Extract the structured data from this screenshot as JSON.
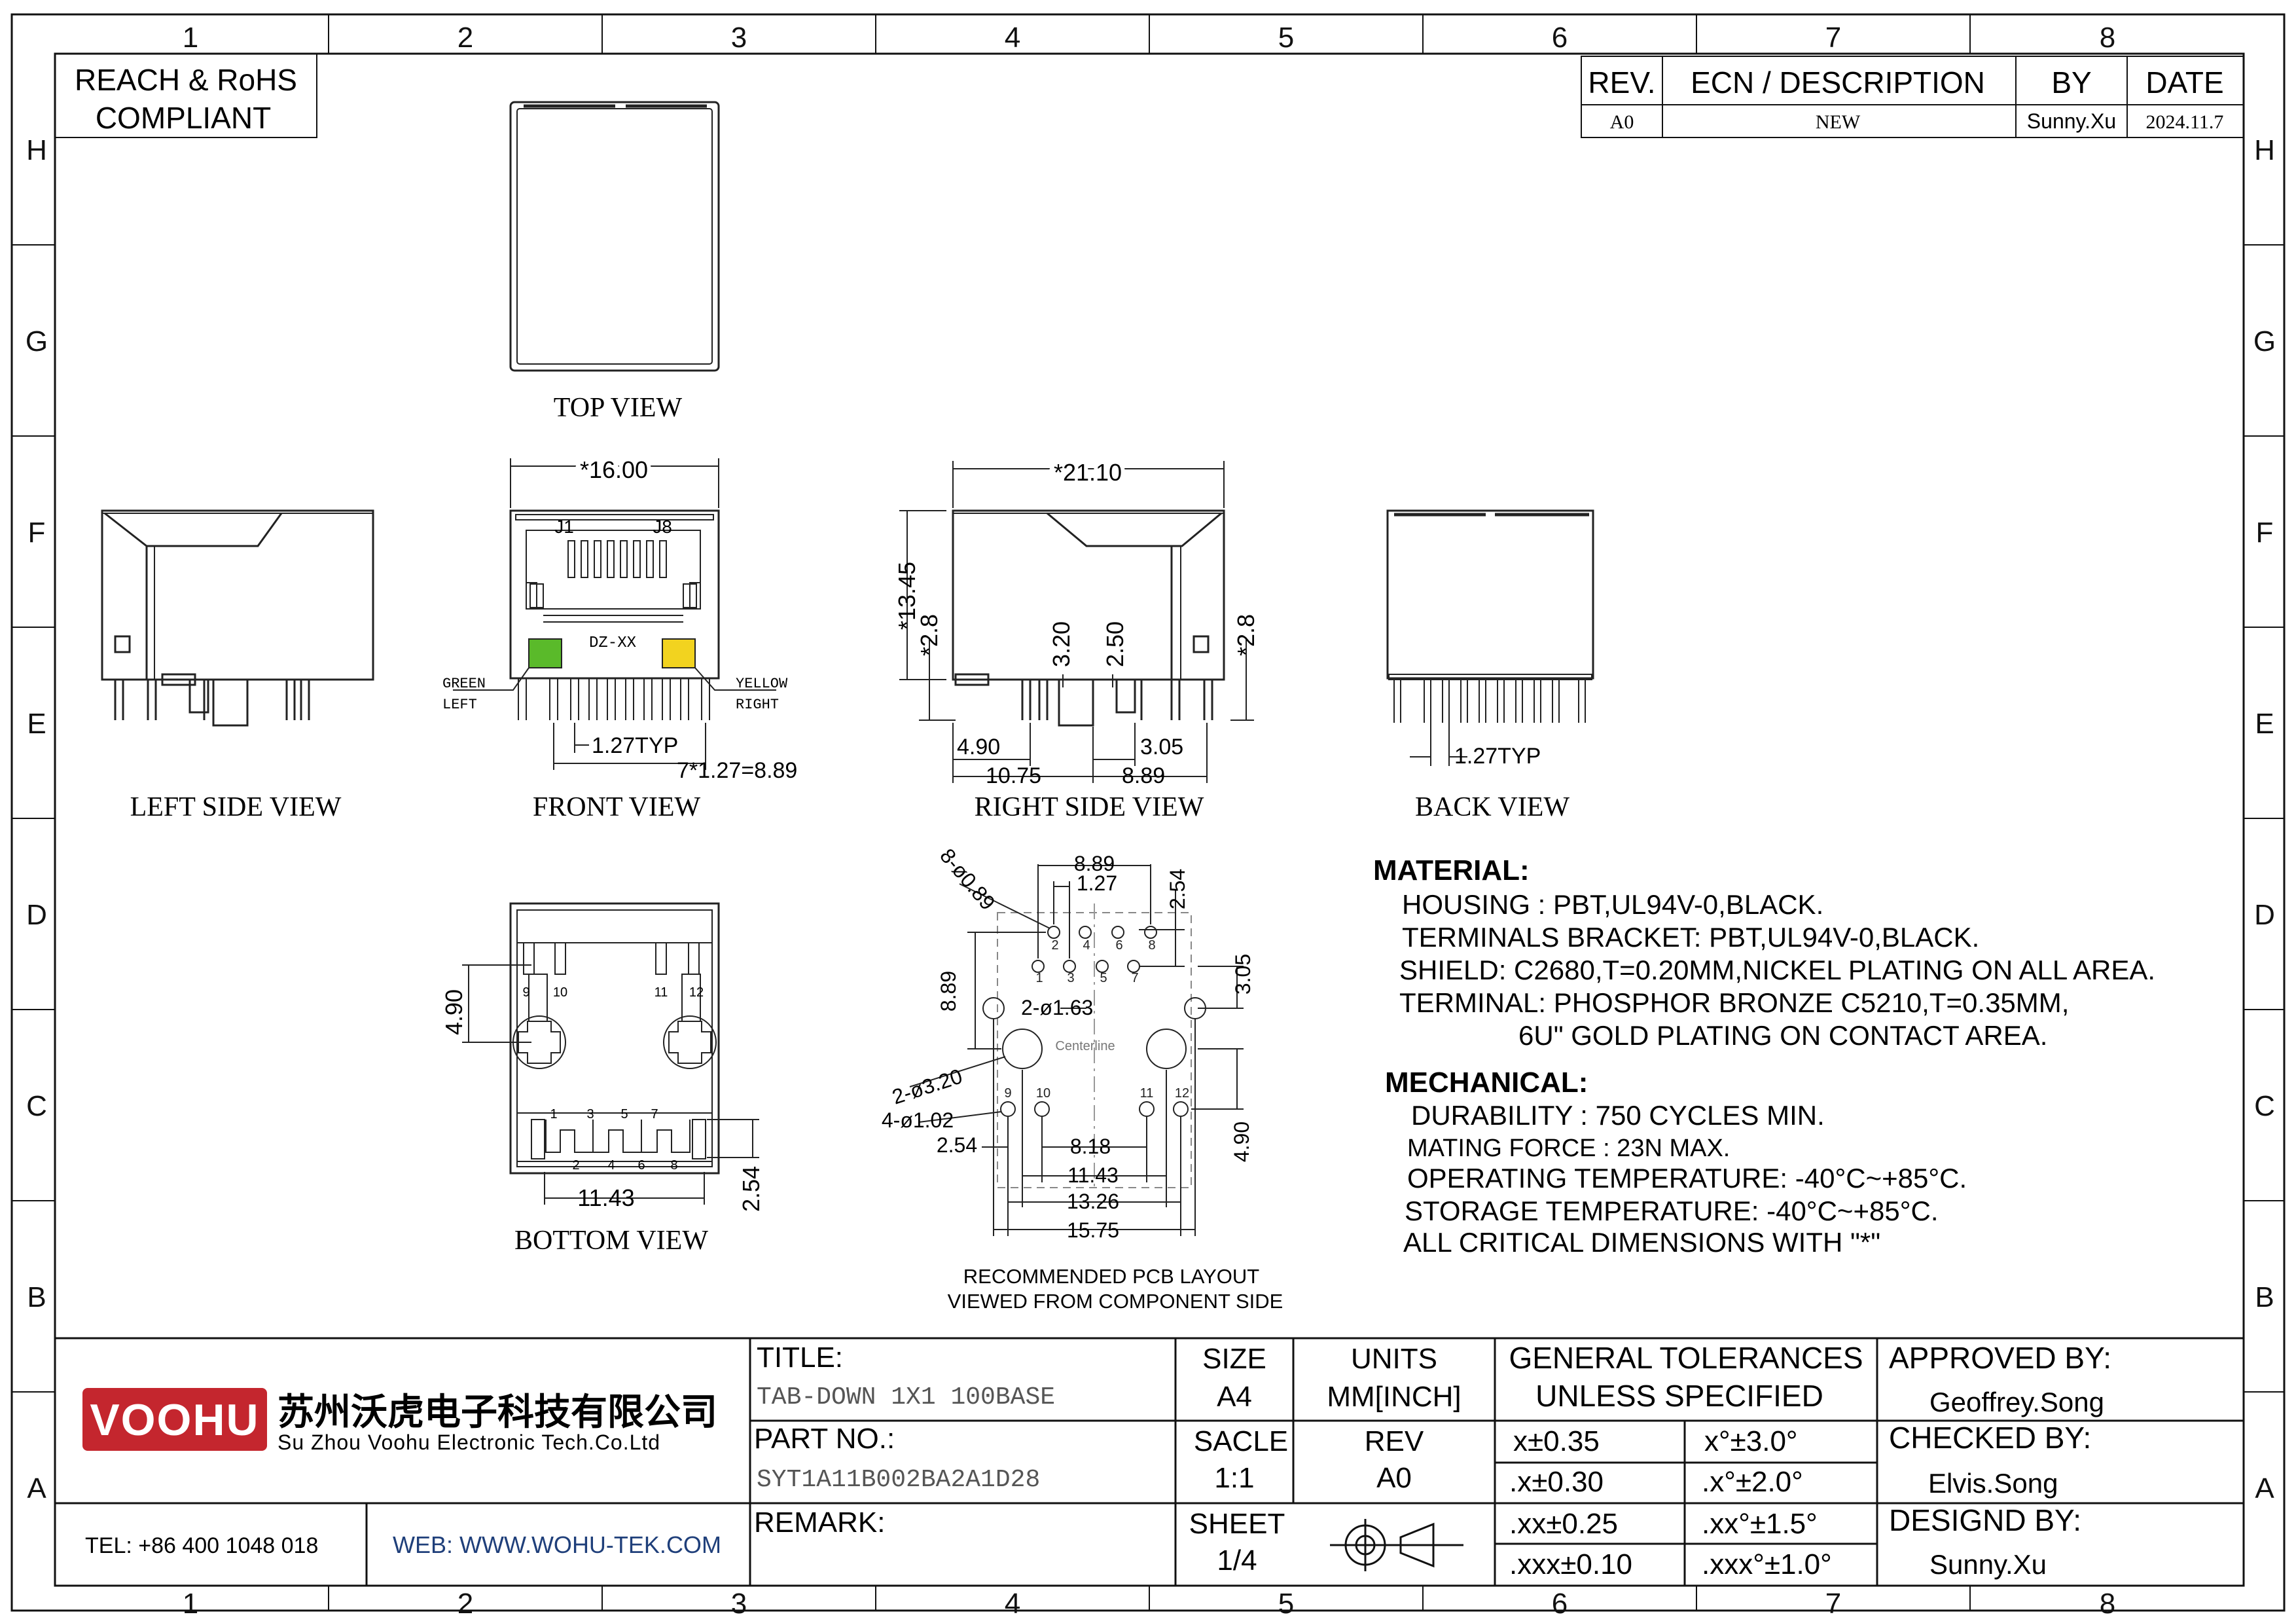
{
  "grid": {
    "columns": [
      "1",
      "2",
      "3",
      "4",
      "5",
      "6",
      "7",
      "8"
    ],
    "rows": [
      "H",
      "G",
      "F",
      "E",
      "D",
      "C",
      "B",
      "A"
    ]
  },
  "compliance": {
    "line1": "REACH & RoHS",
    "line2": "COMPLIANT"
  },
  "revision_table": {
    "headers": [
      "REV.",
      "ECN / DESCRIPTION",
      "BY",
      "DATE"
    ],
    "row": [
      "A0",
      "NEW",
      "Sunny.Xu",
      "2024.11.7"
    ]
  },
  "views": {
    "top": "TOP VIEW",
    "left_side": "LEFT SIDE VIEW",
    "front": "FRONT VIEW",
    "right_side": "RIGHT SIDE VIEW",
    "back": "BACK VIEW",
    "bottom": "BOTTOM VIEW"
  },
  "front_view": {
    "width_dim": "*16.00",
    "pin_first": "J1",
    "pin_last": "J8",
    "marking": "DZ-XX",
    "led_left_label": [
      "GREEN",
      "LEFT"
    ],
    "led_right_label": [
      "YELLOW",
      "RIGHT"
    ],
    "led_left_color": "#5aba2a",
    "led_right_color": "#f2d31f",
    "pitch_dim": "1.27TYP",
    "span_dim": "7*1.27=8.89"
  },
  "right_view": {
    "length_dim": "*21.10",
    "height_dim": "*13.45",
    "h_dim_2_8_left": "*2.8",
    "h_dim_2_8_right": "*2.8",
    "dim_3_20": "3.20",
    "dim_2_50": "2.50",
    "dim_4_90": "4.90",
    "dim_10_75": "10.75",
    "dim_3_05": "3.05",
    "dim_8_89": "8.89"
  },
  "back_view": {
    "pitch_dim": "1.27TYP"
  },
  "bottom_view": {
    "dim_4_90": "4.90",
    "dim_11_43": "11.43",
    "dim_2_54": "2.54",
    "pins_top": [
      "9",
      "10",
      "11",
      "12"
    ],
    "pins_odd": [
      "1",
      "3",
      "5",
      "7"
    ],
    "pins_even": [
      "2",
      "4",
      "6",
      "8"
    ]
  },
  "pcb_layout": {
    "hole_callout": "8-ø0.89",
    "dim_8_89": "8.89",
    "dim_1_27": "1.27",
    "dim_2_54_top": "2.54",
    "dim_8_89_side": "8.89",
    "dim_3_05": "3.05",
    "mount_callout": "2-ø1.63",
    "boss_callout": "2-ø3.20",
    "led_callout": "4-ø1.02",
    "centerline": "Centerline",
    "dim_2_54": "2.54",
    "dim_8_18": "8.18",
    "dim_11_43": "11.43",
    "dim_13_26": "13.26",
    "dim_15_75": "15.75",
    "dim_4_90": "4.90",
    "pins_odd": [
      "1",
      "3",
      "5",
      "7"
    ],
    "pins_even": [
      "2",
      "4",
      "6",
      "8"
    ],
    "pins_led": [
      "9",
      "10",
      "11",
      "12"
    ],
    "caption_line1": "RECOMMENDED PCB LAYOUT",
    "caption_line2": "VIEWED FROM COMPONENT SIDE"
  },
  "notes": {
    "material_title": "MATERIAL:",
    "material": [
      "HOUSING : PBT,UL94V-0,BLACK.",
      "TERMINALS BRACKET: PBT,UL94V-0,BLACK.",
      "SHIELD: C2680,T=0.20MM,NICKEL PLATING ON ALL AREA.",
      "TERMINAL: PHOSPHOR BRONZE C5210,T=0.35MM,",
      "6U\" GOLD PLATING ON CONTACT AREA."
    ],
    "mechanical_title": "MECHANICAL:",
    "mechanical": [
      "DURABILITY : 750 CYCLES MIN.",
      "MATING FORCE : 23N MAX.",
      "OPERATING TEMPERATURE: -40°C~+85°C.",
      "STORAGE TEMPERATURE: -40°C~+85°C.",
      "ALL CRITICAL DIMENSIONS WITH \"*\""
    ]
  },
  "title_block": {
    "logo_text": "VOOHU",
    "logo_color": "#c4262e",
    "company_cn": "苏州沃虎电子科技有限公司",
    "company_en": "Su Zhou Voohu Electronic Tech.Co.Ltd",
    "tel": "TEL: +86 400 1048 018",
    "web": "WEB: WWW.WOHU-TEK.COM",
    "title_label": "TITLE:",
    "title_value": "TAB-DOWN 1X1 100BASE",
    "part_label": "PART NO.:",
    "part_value": "SYT1A11B002BA2A1D28",
    "remark_label": "REMARK:",
    "size_label": "SIZE",
    "size_value": "A4",
    "units_label": "UNITS",
    "units_value": "MM[INCH]",
    "scale_label": "SACLE",
    "scale_value": "1:1",
    "rev_label": "REV",
    "rev_value": "A0",
    "sheet_label": "SHEET",
    "sheet_value": "1/4",
    "tol_title1": "GENERAL TOLERANCES",
    "tol_title2": "UNLESS SPECIFIED",
    "tolerances": [
      [
        "x±0.35",
        "x°±3.0°"
      ],
      [
        ".x±0.30",
        ".x°±2.0°"
      ],
      [
        ".xx±0.25",
        ".xx°±1.5°"
      ],
      [
        ".xxx±0.10",
        ".xxx°±1.0°"
      ]
    ],
    "approved_label": "APPROVED BY:",
    "approved_value": "Geoffrey.Song",
    "checked_label": "CHECKED BY:",
    "checked_value": "Elvis.Song",
    "design_label": "DESIGND BY:",
    "design_value": "Sunny.Xu"
  }
}
